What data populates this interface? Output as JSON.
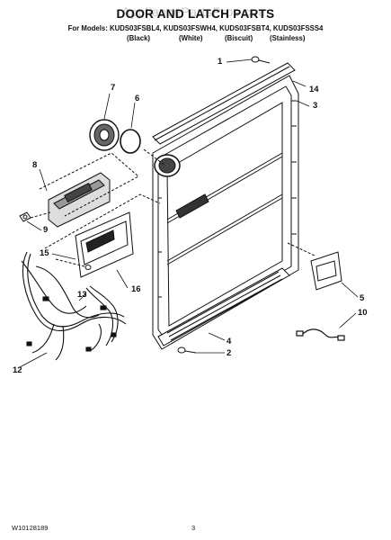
{
  "watermark": "AppliancePartsPros.com",
  "title": "DOOR AND LATCH PARTS",
  "models_line": "For Models: KUDS03FSBL4, KUDS03FSWH4, KUDS03FSBT4, KUDS03FSSS4",
  "color_labels": [
    "(Black)",
    "(White)",
    "(Biscuit)",
    "(Stainless)"
  ],
  "callouts": [
    "1",
    "14",
    "3",
    "7",
    "6",
    "8",
    "9",
    "15",
    "13",
    "16",
    "12",
    "5",
    "10",
    "4",
    "2"
  ],
  "doc_number": "W10128189",
  "page_number": "3"
}
